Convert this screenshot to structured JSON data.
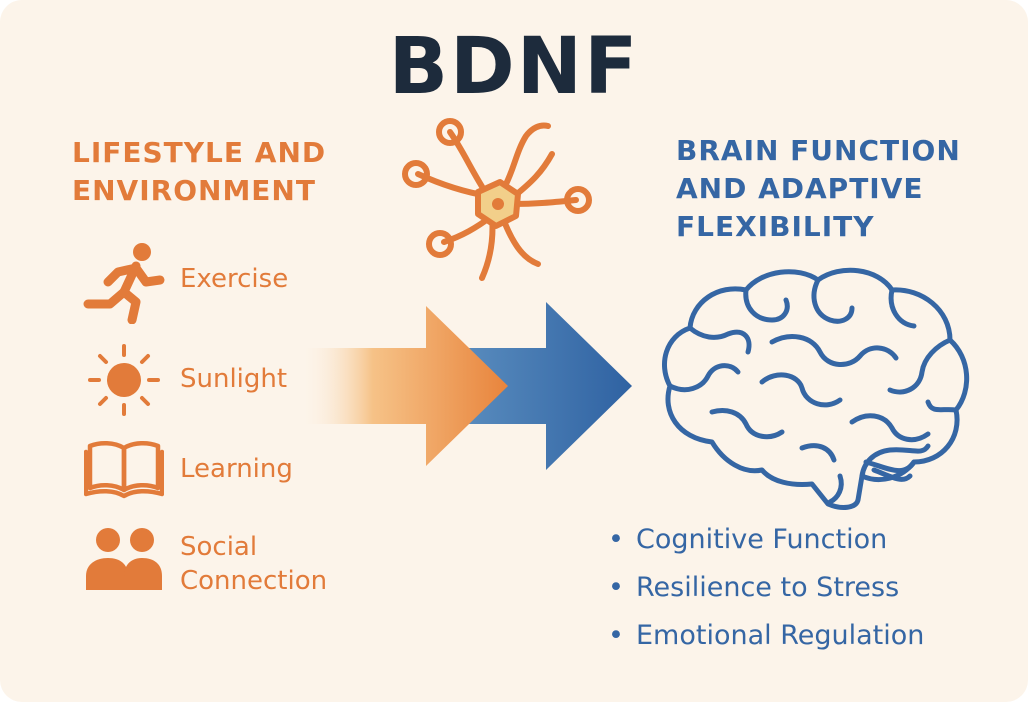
{
  "title": "BDNF",
  "left": {
    "heading_line1": "LIFESTYLE AND",
    "heading_line2": "ENVIRONMENT",
    "items": [
      {
        "label": "Exercise",
        "icon": "running-person-icon"
      },
      {
        "label": "Sunlight",
        "icon": "sun-icon"
      },
      {
        "label": "Learning",
        "icon": "open-book-icon"
      },
      {
        "label_line1": "Social",
        "label_line2": "Connection",
        "icon": "people-icon"
      }
    ]
  },
  "right": {
    "heading_line1": "BRAIN FUNCTION",
    "heading_line2": "AND ADAPTIVE",
    "heading_line3": "FLEXIBILITY",
    "outcomes": [
      "Cognitive Function",
      "Resilience to Stress",
      "Emotional Regulation"
    ]
  },
  "colors": {
    "background": "#fcf4ea",
    "title": "#1d2b3c",
    "orange": "#e27b3a",
    "blue": "#3566a4",
    "neuron_core": "#f2cf8a"
  }
}
